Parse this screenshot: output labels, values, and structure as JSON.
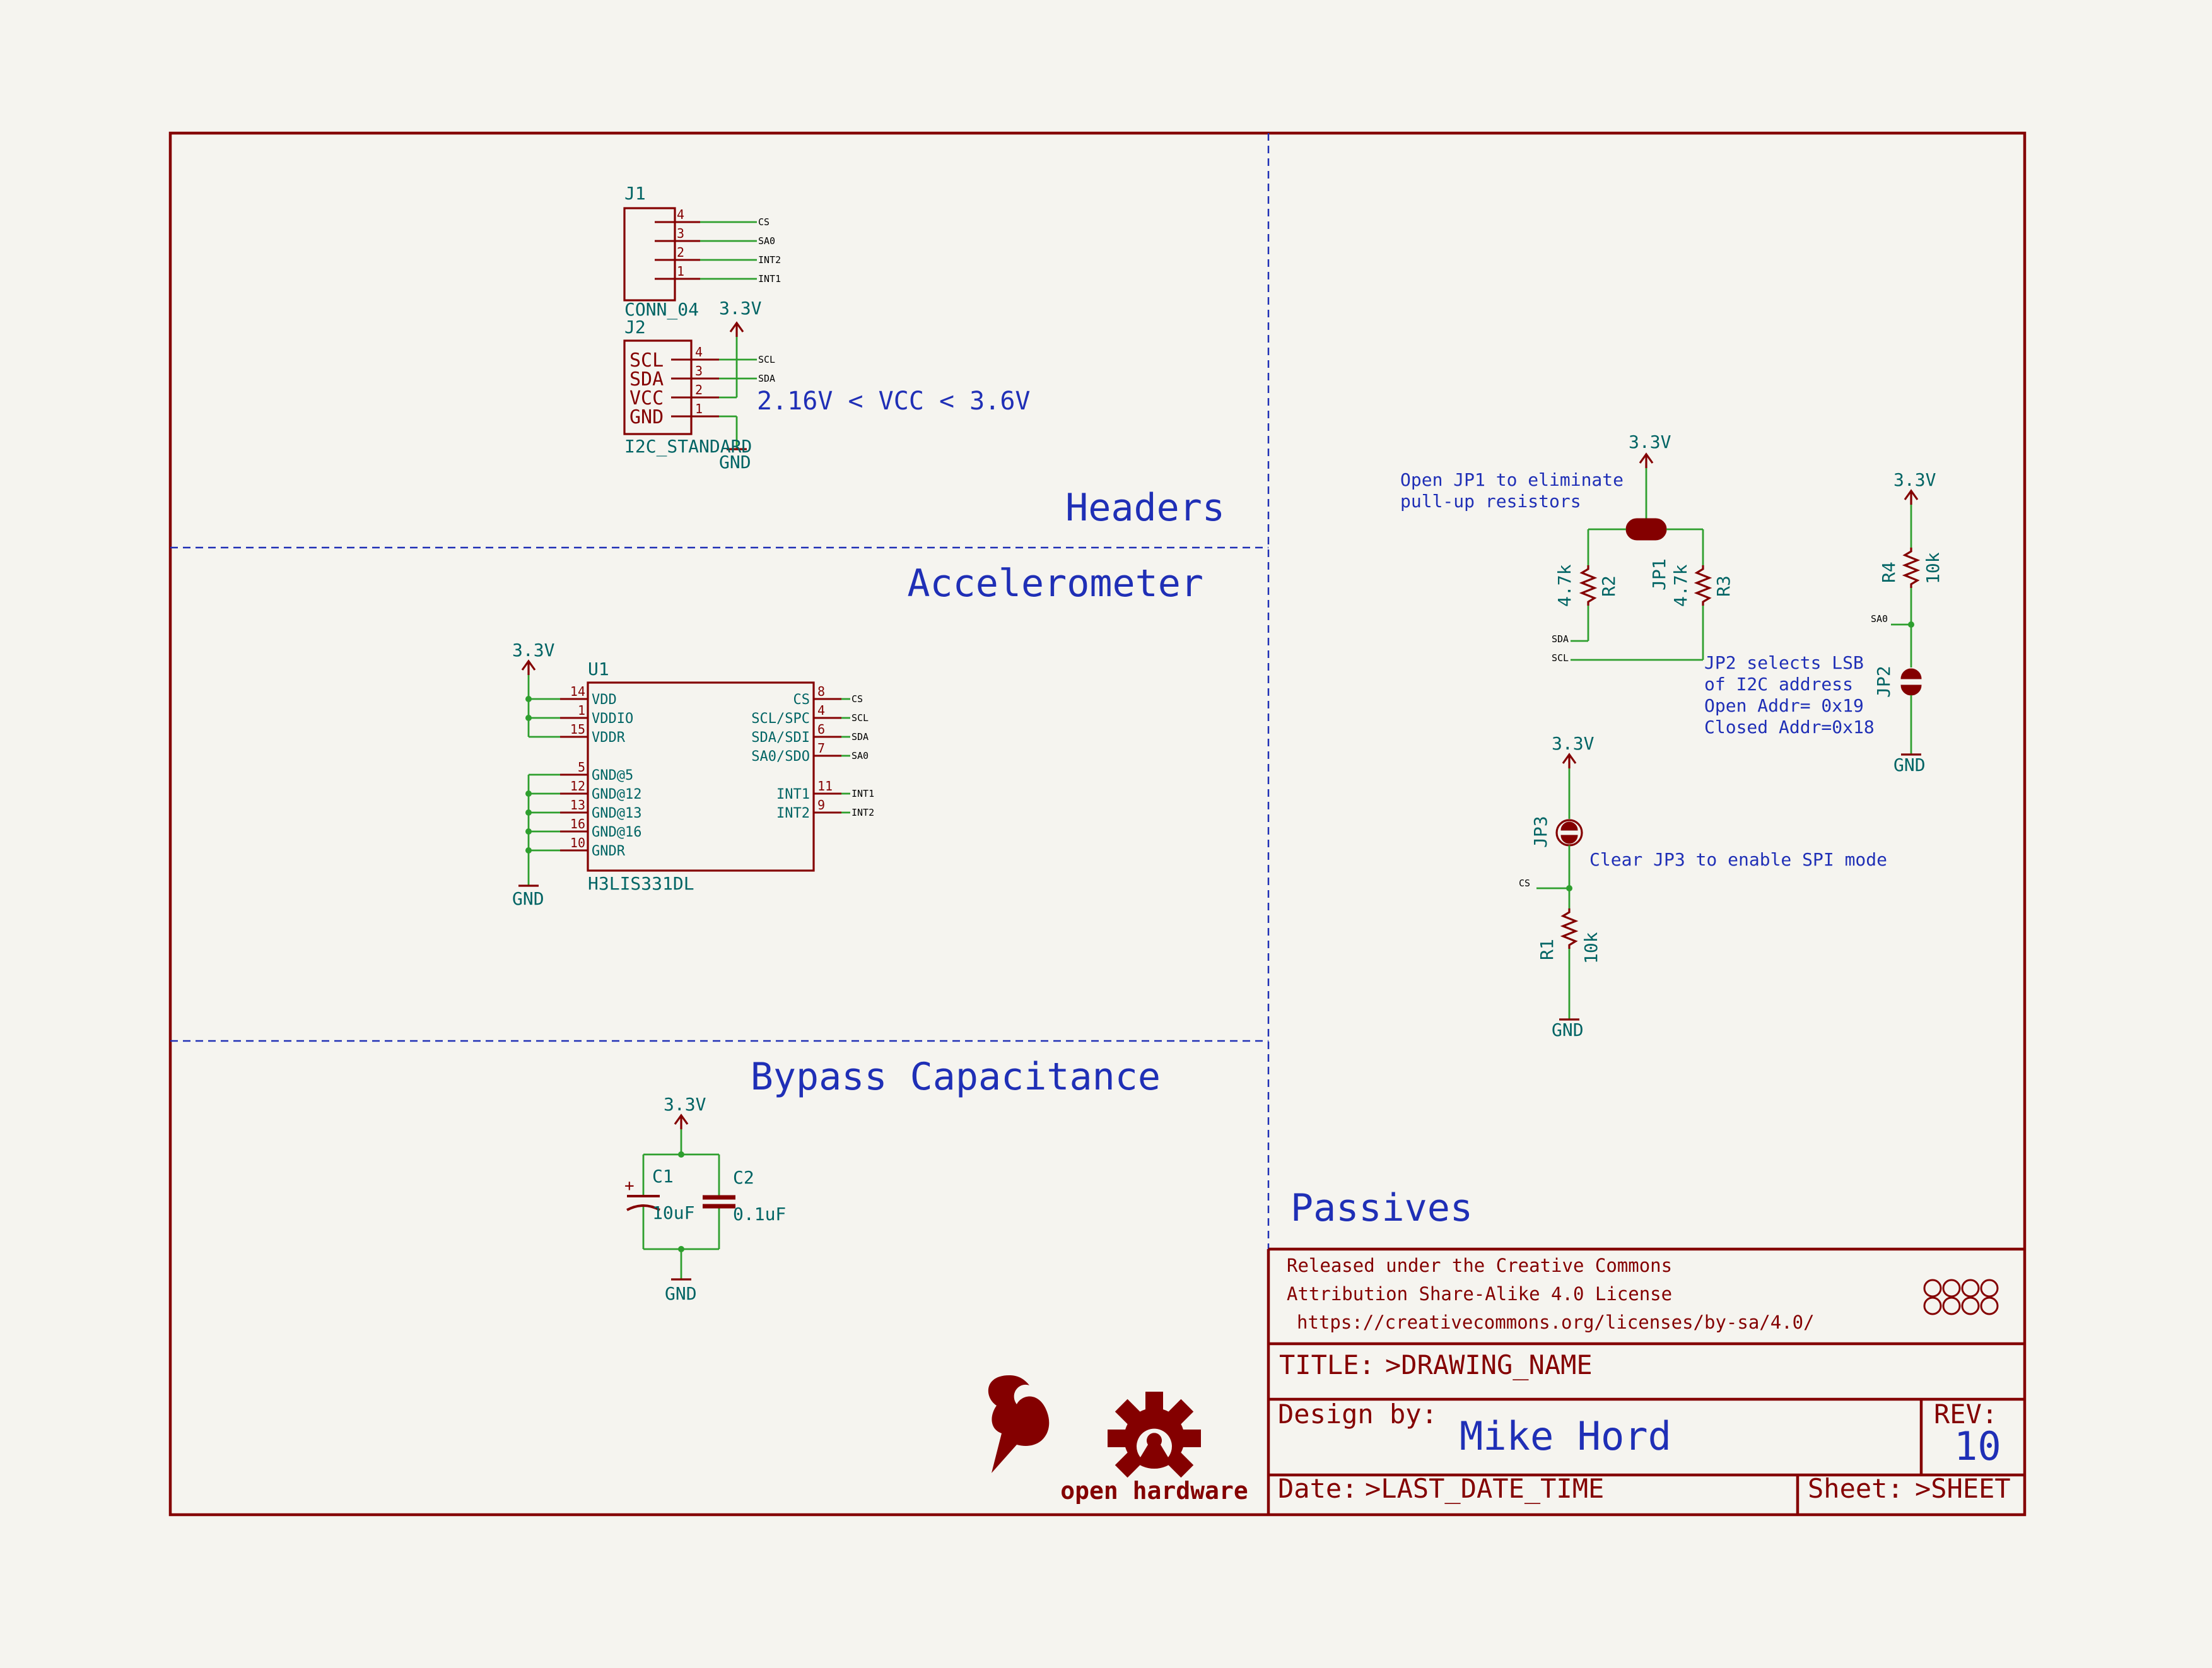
{
  "sections": {
    "headers": "Headers",
    "accelerometer": "Accelerometer",
    "bypass": "Bypass Capacitance",
    "passives": "Passives"
  },
  "power": {
    "vcc": "3.3V",
    "gnd": "GND"
  },
  "j1": {
    "ref": "J1",
    "value": "CONN_04",
    "pins": [
      {
        "num": "4",
        "net": "CS"
      },
      {
        "num": "3",
        "net": "SA0"
      },
      {
        "num": "2",
        "net": "INT2"
      },
      {
        "num": "1",
        "net": "INT1"
      }
    ]
  },
  "j2": {
    "ref": "J2",
    "value": "I2C_STANDARD",
    "pins": [
      {
        "num": "4",
        "name": "SCL",
        "net": "SCL"
      },
      {
        "num": "3",
        "name": "SDA",
        "net": "SDA"
      },
      {
        "num": "2",
        "name": "VCC"
      },
      {
        "num": "1",
        "name": "GND"
      }
    ],
    "note": "2.16V < VCC < 3.6V"
  },
  "u1": {
    "ref": "U1",
    "value": "H3LIS331DL",
    "left_pins": [
      {
        "num": "14",
        "name": "VDD"
      },
      {
        "num": "1",
        "name": "VDDIO"
      },
      {
        "num": "15",
        "name": "VDDR"
      },
      {
        "num": "5",
        "name": "GND@5"
      },
      {
        "num": "12",
        "name": "GND@12"
      },
      {
        "num": "13",
        "name": "GND@13"
      },
      {
        "num": "16",
        "name": "GND@16"
      },
      {
        "num": "10",
        "name": "GNDR"
      }
    ],
    "right_pins": [
      {
        "num": "8",
        "name": "CS",
        "net": "CS"
      },
      {
        "num": "4",
        "name": "SCL/SPC",
        "net": "SCL"
      },
      {
        "num": "6",
        "name": "SDA/SDI",
        "net": "SDA"
      },
      {
        "num": "7",
        "name": "SA0/SDO",
        "net": "SA0"
      },
      {
        "num": "11",
        "name": "INT1",
        "net": "INT1"
      },
      {
        "num": "9",
        "name": "INT2",
        "net": "INT2"
      }
    ]
  },
  "caps": {
    "c1": {
      "ref": "C1",
      "value": "10uF"
    },
    "c2": {
      "ref": "C2",
      "value": "0.1uF"
    }
  },
  "passives": {
    "jp1_note": [
      "Open JP1 to eliminate",
      "pull-up resistors"
    ],
    "jp1": "JP1",
    "r2": {
      "ref": "R2",
      "value": "4.7k"
    },
    "r3": {
      "ref": "R3",
      "value": "4.7k"
    },
    "net_sda": "SDA",
    "net_scl": "SCL",
    "jp2_note": [
      "JP2 selects LSB",
      "of I2C address",
      "Open Addr= 0x19",
      "Closed Addr=0x18"
    ],
    "r4": {
      "ref": "R4",
      "value": "10k"
    },
    "net_sa0": "SA0",
    "jp2": "JP2",
    "jp3": "JP3",
    "jp3_note": "Clear JP3 to enable SPI mode",
    "net_cs": "CS",
    "r1": {
      "ref": "R1",
      "value": "10k"
    }
  },
  "title_block": {
    "license": [
      "Released under the Creative Commons",
      "Attribution Share-Alike 4.0 License",
      "https://creativecommons.org/licenses/by-sa/4.0/"
    ],
    "title_label": "TITLE:",
    "title_value": ">DRAWING_NAME",
    "design_label": "Design by:",
    "design_value": "Mike Hord",
    "rev_label": "REV:",
    "rev_value": "10",
    "date_label": "Date:",
    "date_value": ">LAST_DATE_TIME",
    "sheet_label": "Sheet:",
    "sheet_value": ">SHEET"
  },
  "logo_text": "open hardware",
  "colors": {
    "frame": "#840000",
    "wire": "#2e9f2e",
    "note": "#1f2fb6",
    "ref": "#006464",
    "background": "#f5f4ef"
  }
}
